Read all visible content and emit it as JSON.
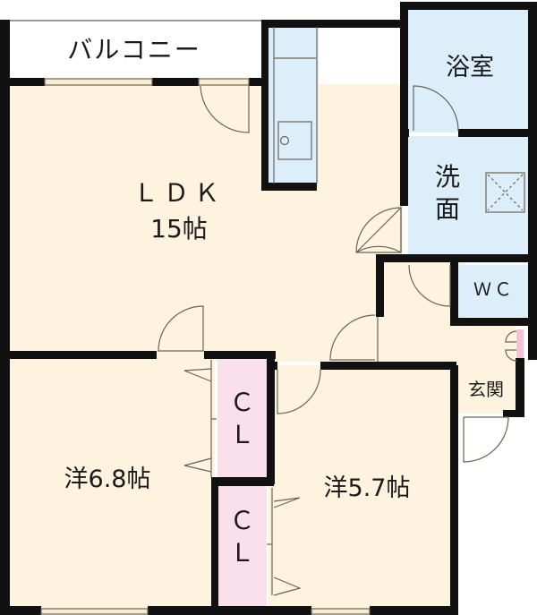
{
  "colors": {
    "wall": "#111111",
    "living_floor": "#fdf3de",
    "wet_area": "#dbeef9",
    "closet": "#f9e0ea",
    "balcony": "#ffffff",
    "door_line": "#6b6456"
  },
  "rooms": {
    "balcony": {
      "label": "バルコニー"
    },
    "ldk": {
      "label": "ＬＤＫ",
      "size": "15帖"
    },
    "bath": {
      "label": "浴室"
    },
    "washroom": {
      "label_line1": "洗",
      "label_line2": "面"
    },
    "wc": {
      "label": "ＷＣ"
    },
    "entrance": {
      "label": "玄関"
    },
    "western_room_1": {
      "label": "洋6.8帖"
    },
    "western_room_2": {
      "label": "洋5.7帖"
    },
    "closet_1": {
      "label_line1": "Ｃ",
      "label_line2": "Ｌ"
    },
    "closet_2": {
      "label_line1": "Ｃ",
      "label_line2": "Ｌ"
    }
  },
  "icons": {
    "kitchen_sink": "kitchen-counter",
    "washer": "washing-machine-pan"
  }
}
